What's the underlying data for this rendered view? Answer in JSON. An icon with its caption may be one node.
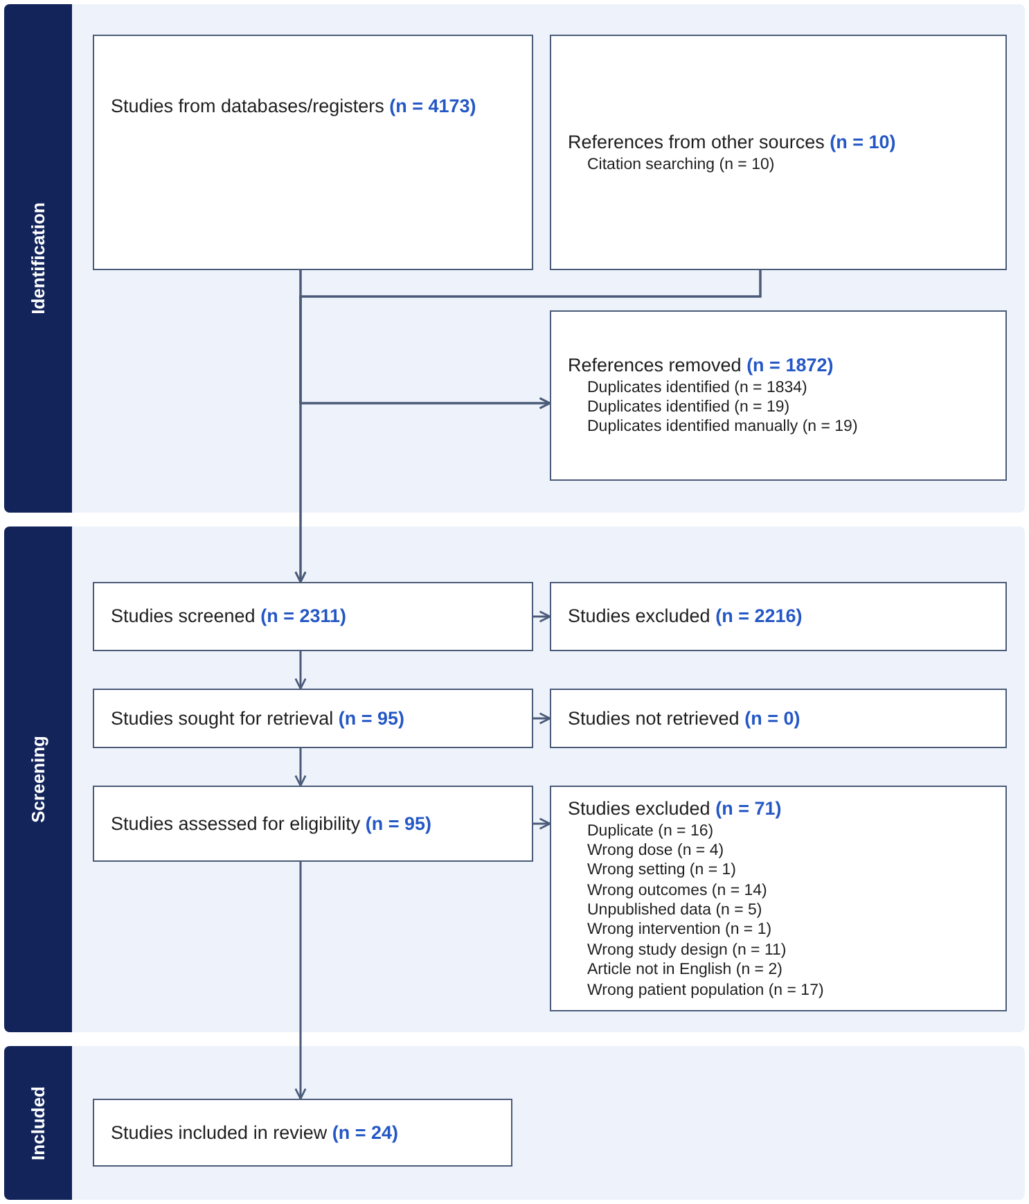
{
  "diagram": {
    "nodes": [
      {
        "text": [
          "Identification"
        ]
      },
      {
        "text": [
          "Studies from databases/registers **(n = 4173)**"
        ],
        "in": 0
      },
      {
        "text": [
          "References from other sources **(n = 10)**",
          "Citation searching (n = 10)"
        ],
        "in": 0
      },
      {
        "text": [
          "References removed **(n = 1872)**",
          "Duplicates identified (n = 1834)",
          "Duplicates identified (n = 19)",
          "Duplicates identified manually (n = 19)"
        ],
        "in": 0
      },
      {
        "text": [
          "Screening"
        ]
      },
      {
        "text": [
          "Studies screened **(n = 2311)**"
        ],
        "in": 4
      },
      {
        "text": [
          "Studies excluded **(n = 2216)**"
        ],
        "in": 4
      },
      {
        "text": [
          "Studies sought for retrieval **(n = 95)**"
        ],
        "in": 4
      },
      {
        "text": [
          "Studies not retrieved **(n = 0)**"
        ],
        "in": 4
      },
      {
        "text": [
          "Studies assessed for eligibility **(n = 95)**"
        ],
        "in": 4
      },
      {
        "text": [
          "Studies excluded **(n = 71)**",
          "Duplicate (n = 16)",
          "Wrong dose (n = 4)",
          "Wrong setting (n = 1)",
          "Wrong outcomes (n = 14)",
          "Unpublished data (n = 5)",
          "Wrong intervention (n = 1)",
          "Wrong study design (n = 11)",
          "Article not in English (n = 2)",
          "Wrong patient population (n = 17)"
        ],
        "in": 4
      },
      {
        "text": [
          "Included"
        ]
      },
      {
        "text": [
          "Studies included in review **(n = 24)**"
        ],
        "in": 11
      }
    ],
    "edges": [
      {
        "from": 1,
        "to": 5,
        "arrow": "to"
      },
      {
        "from": 2,
        "to": 5,
        "arrow": "to"
      },
      {
        "from": 1,
        "to": 3,
        "arrow": "to"
      },
      {
        "from": 2,
        "to": 3,
        "arrow": "to"
      },
      {
        "from": 5,
        "to": 6,
        "arrow": "to"
      },
      {
        "from": 5,
        "to": 7,
        "arrow": "to"
      },
      {
        "from": 7,
        "to": 8,
        "arrow": "to"
      },
      {
        "from": 7,
        "to": 9,
        "arrow": "to"
      },
      {
        "from": 9,
        "to": 10,
        "arrow": "to"
      },
      {
        "from": 9,
        "to": 12,
        "arrow": "to"
      }
    ]
  }
}
